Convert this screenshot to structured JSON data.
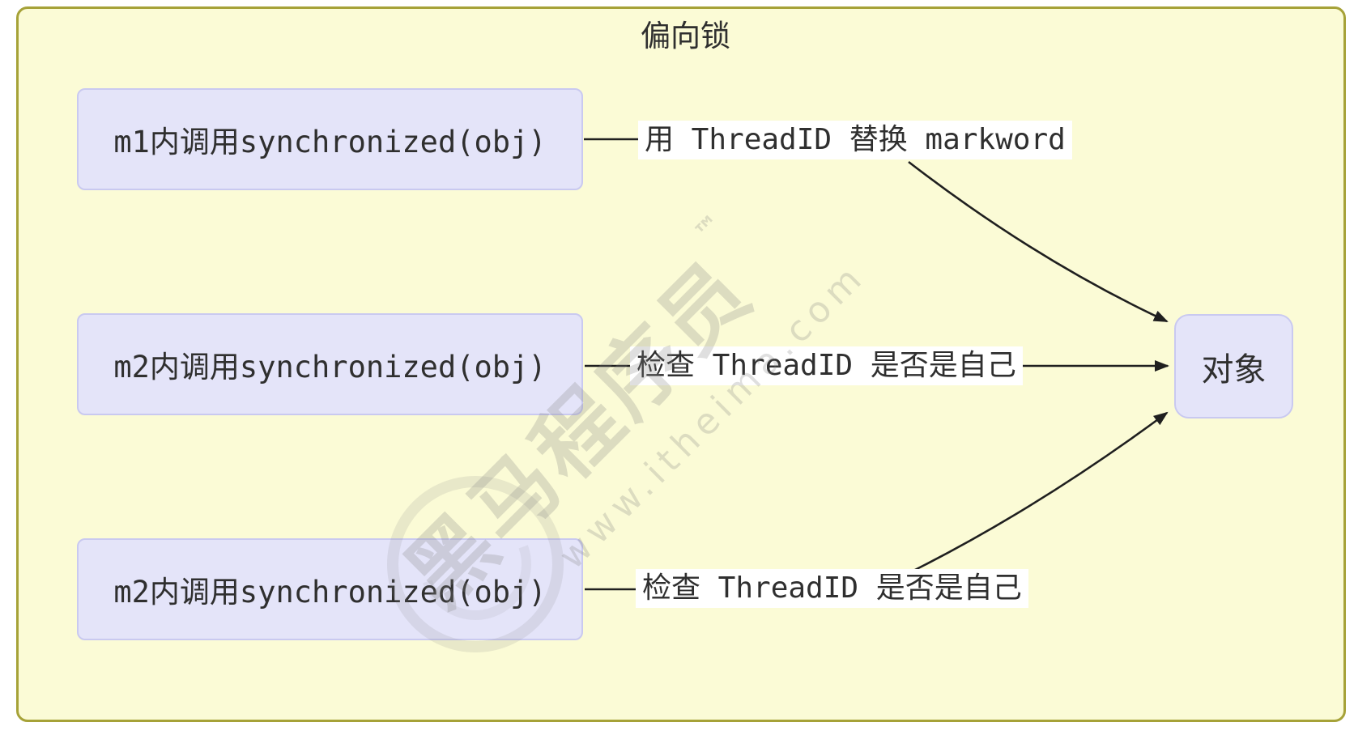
{
  "diagram": {
    "title": "偏向锁",
    "nodes": [
      {
        "id": "m1",
        "label": "m1内调用synchronized(obj)"
      },
      {
        "id": "m2a",
        "label": "m2内调用synchronized(obj)"
      },
      {
        "id": "m2b",
        "label": "m2内调用synchronized(obj)"
      },
      {
        "id": "obj",
        "label": "对象"
      }
    ],
    "edges": [
      {
        "from": "m1",
        "to": "obj",
        "label": "用 ThreadID 替换 markword"
      },
      {
        "from": "m2a",
        "to": "obj",
        "label": "检查 ThreadID 是否是自己"
      },
      {
        "from": "m2b",
        "to": "obj",
        "label": "检查 ThreadID 是否是自己"
      }
    ],
    "colors": {
      "container_bg": "#FBFBD6",
      "container_border": "#A6A238",
      "node_bg": "#E4E4F9",
      "node_border": "#C9C9F0",
      "label_bg": "#FFFFFF",
      "line": "#1F1F1F",
      "text": "#2F2F2F"
    }
  },
  "watermark": {
    "brand": "黑马程序员",
    "tm": "™",
    "url": "www.itheima.com"
  }
}
